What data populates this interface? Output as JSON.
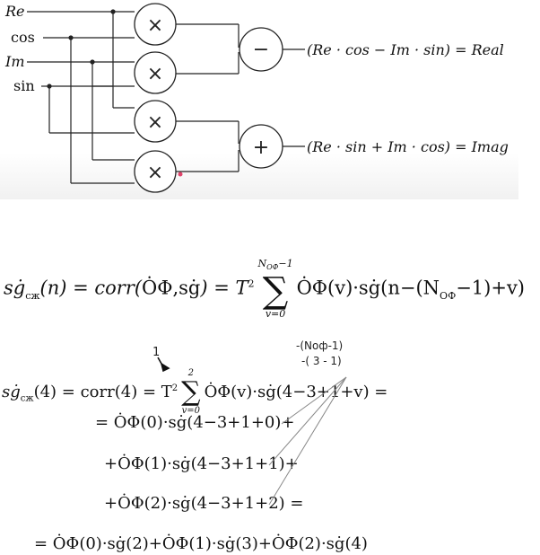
{
  "diagram": {
    "inputs": [
      "Re",
      "cos",
      "Im",
      "sin"
    ],
    "multiplier_symbol": "×",
    "minus_symbol": "−",
    "plus_symbol": "+",
    "output_real": "(Re · cos − Im · sin) = Real",
    "output_imag": "(Re · sin + Im · cos) = Imag"
  },
  "formulas": {
    "line1": "sġ_сж(n) = corr(ȮΦ, sġ) = T² ∑ ȮΦ(v)·sġ(n−(N_ОФ−1)+v)",
    "line1_parts": {
      "lhs": "sġ",
      "lhs_sub": "сж",
      "lhs_arg": "(n) = corr(",
      "corr_args": "ȮΦ,sġ",
      "eq_mid": ") = T",
      "sup": "2",
      "sum_top": "N",
      "sum_top_sub": "ОФ",
      "sum_top_rest": "−1",
      "sum_bot": "v=0",
      "body": "ȮΦ(v)·sġ(n−(N",
      "body_sub": "ОФ",
      "body_rest": "−1)+v)"
    },
    "line2_parts": {
      "lhs": "sġ",
      "lhs_sub": "сж",
      "rest_a": "(4) = corr(4) = T",
      "sup": "2",
      "sum_top": "2",
      "sum_bot": "v=0",
      "body": "ȮΦ(v)·sġ(4−3+1+v) ="
    },
    "line3": "= ȮΦ(0)·sġ(4−3+1+0)+",
    "line4": "+ȮΦ(1)·sġ(4−3+1+1)+",
    "line5": "+ȮΦ(2)·sġ(4−3+1+2) =",
    "line6": "= ȮΦ(0)·sġ(2)+ȮΦ(1)·sġ(3)+ȮΦ(2)·sġ(4)"
  },
  "annotations": {
    "note1": "-(Noф-1)",
    "note2": "-( 3  - 1)",
    "note3": "1"
  }
}
